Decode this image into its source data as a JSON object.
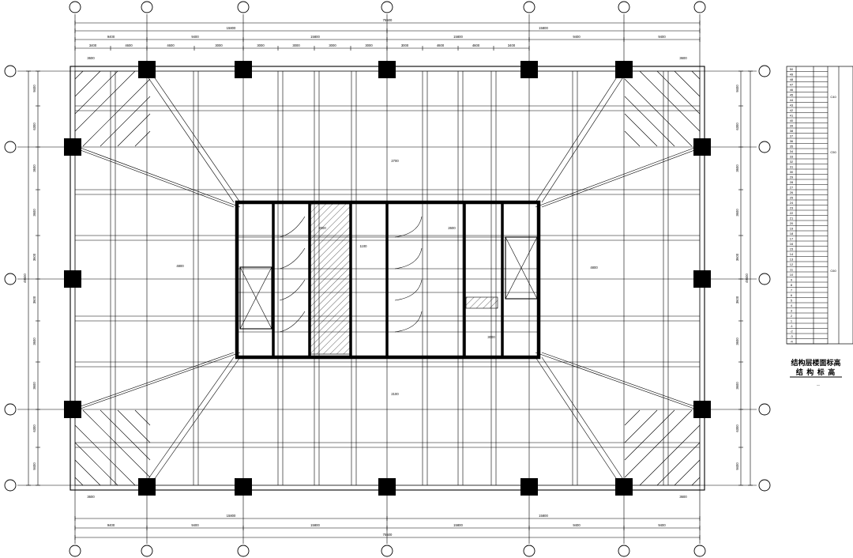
{
  "drawing": {
    "dimensions": {
      "top_overall": "75500",
      "top_halves": [
        "15800",
        "15800"
      ],
      "mid_chain": [
        "9400",
        "9400",
        "15800",
        "15800",
        "9400",
        "9400"
      ],
      "fine_chain": [
        "3400",
        "4600",
        "4600",
        "3000",
        "3000",
        "3000",
        "3000",
        "3000",
        "3000",
        "4600",
        "4600",
        "3400"
      ],
      "left_chain": [
        "9400",
        "6300",
        "3600",
        "3600",
        "3600",
        "3600",
        "3600",
        "3600",
        "6300",
        "9400"
      ],
      "left_overall": "49500",
      "corner_offset": "3600",
      "interior_spans": [
        "4800",
        "4800",
        "2700",
        "2100",
        "1100",
        "2000",
        "2600",
        "3000"
      ]
    },
    "table": {
      "caption": "结构层楼面标高",
      "caption2": "结 构 标 高",
      "note": "—",
      "rows": [
        "50",
        "49",
        "48",
        "47",
        "46",
        "45",
        "44",
        "43",
        "42",
        "41",
        "40",
        "39",
        "38",
        "37",
        "36",
        "35",
        "34",
        "33",
        "32",
        "31",
        "30",
        "29",
        "28",
        "27",
        "26",
        "25",
        "24",
        "23",
        "22",
        "21",
        "20",
        "19",
        "18",
        "17",
        "16",
        "15",
        "14",
        "13",
        "12",
        "11",
        "10",
        "9",
        "8",
        "7",
        "6",
        "5",
        "4",
        "3",
        "2",
        "1",
        "-1",
        "-2",
        "-3",
        "-4"
      ],
      "zones": [
        "C40",
        "C50",
        "C60"
      ]
    }
  }
}
